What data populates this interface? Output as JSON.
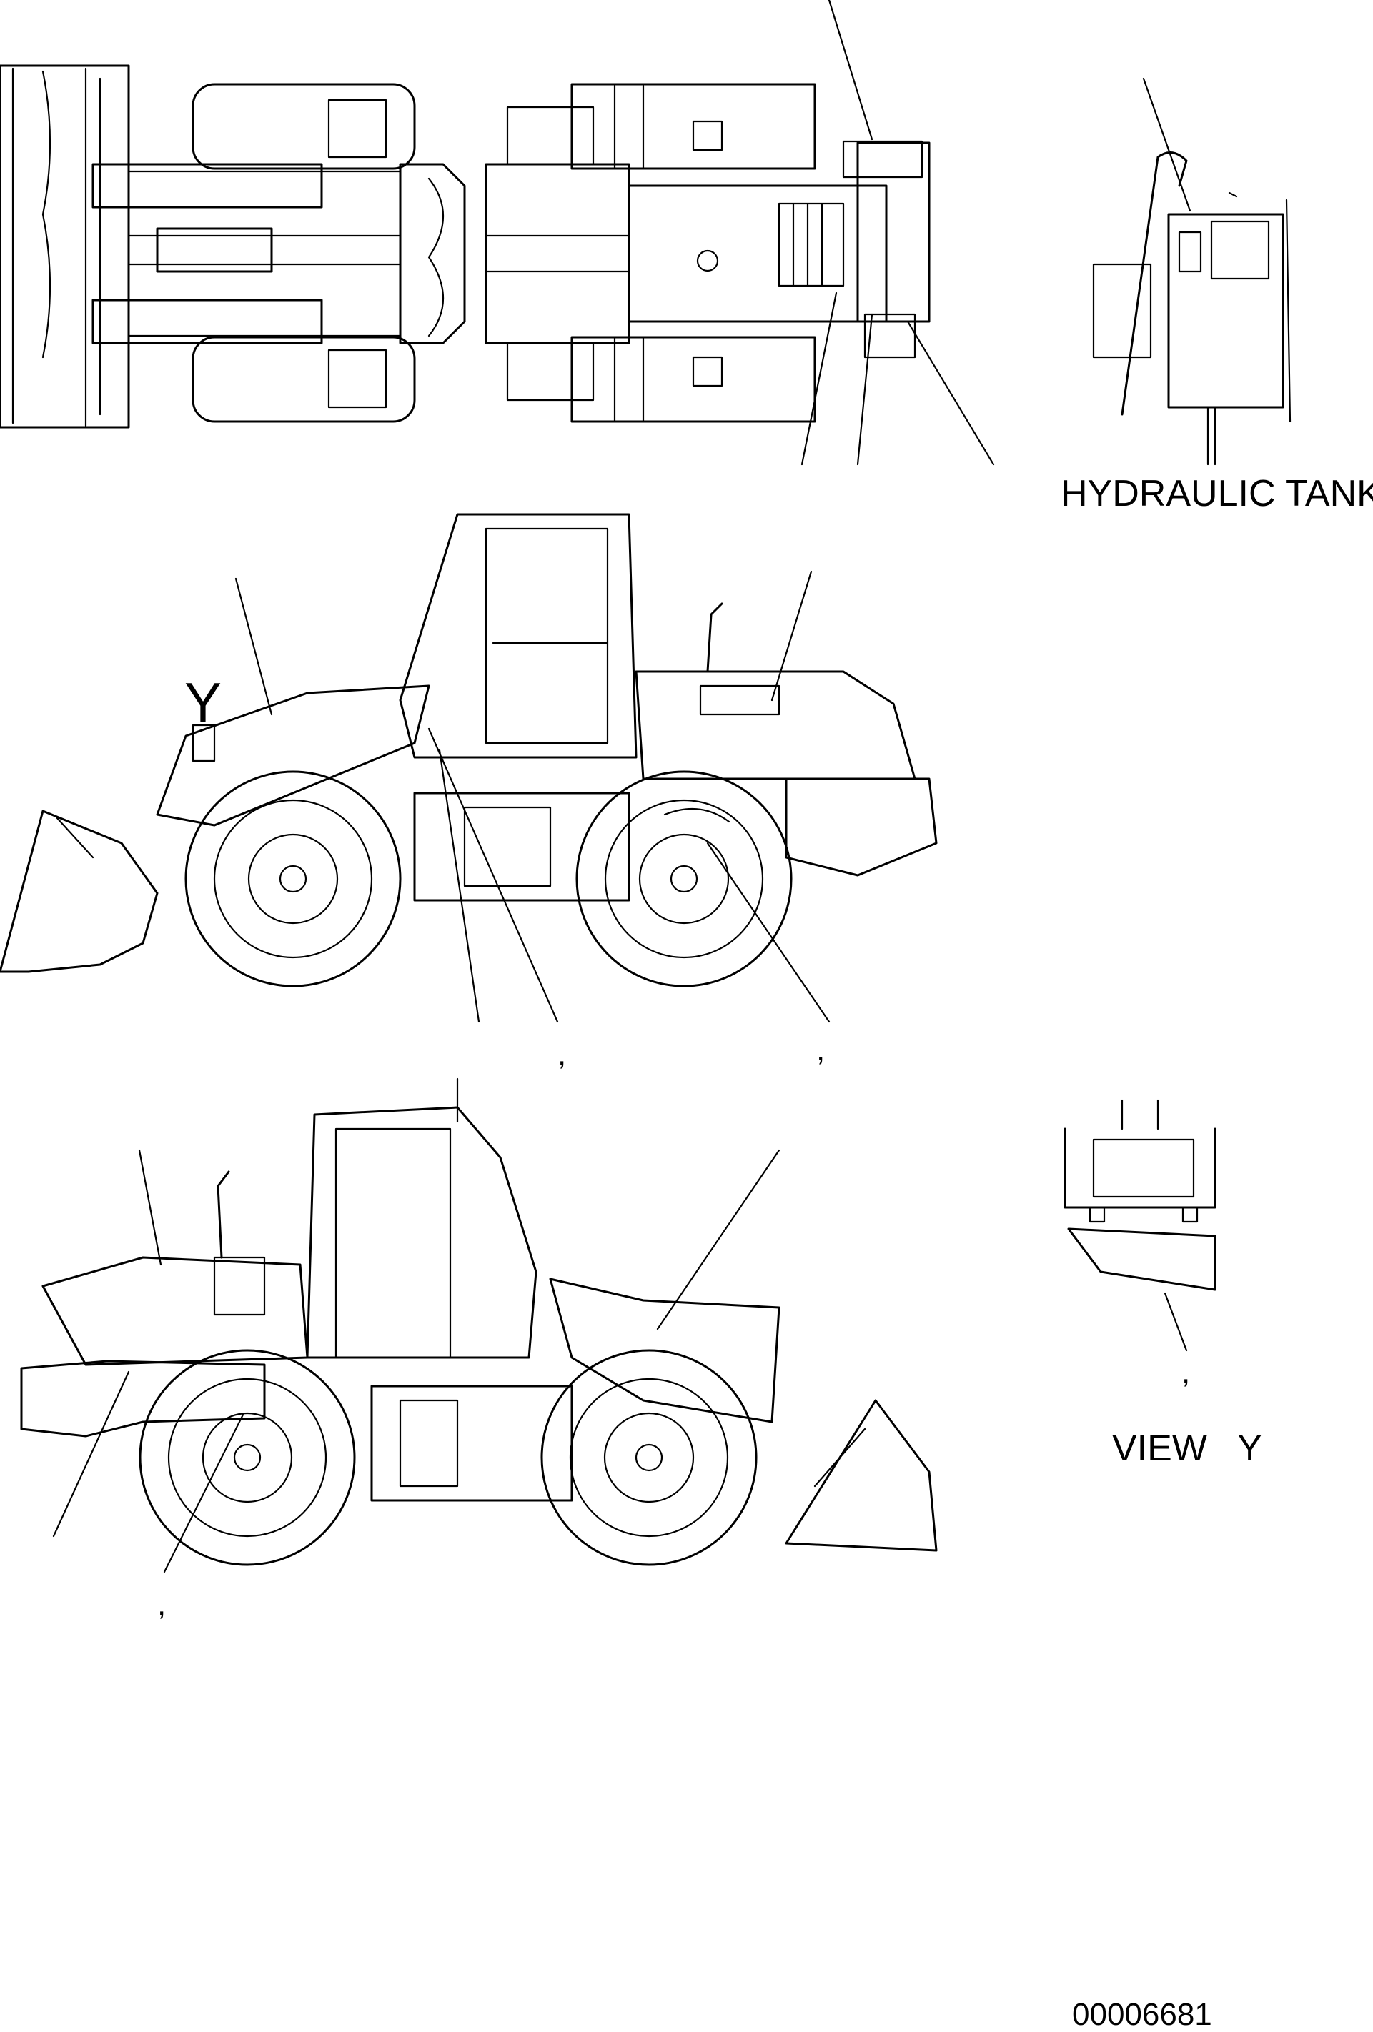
{
  "labels": {
    "hydraulic_tank": "HYDRAULIC TANK",
    "view_y": "VIEW   Y",
    "view_marker": "Y",
    "drawing_number": "00006681",
    "comma": ","
  }
}
